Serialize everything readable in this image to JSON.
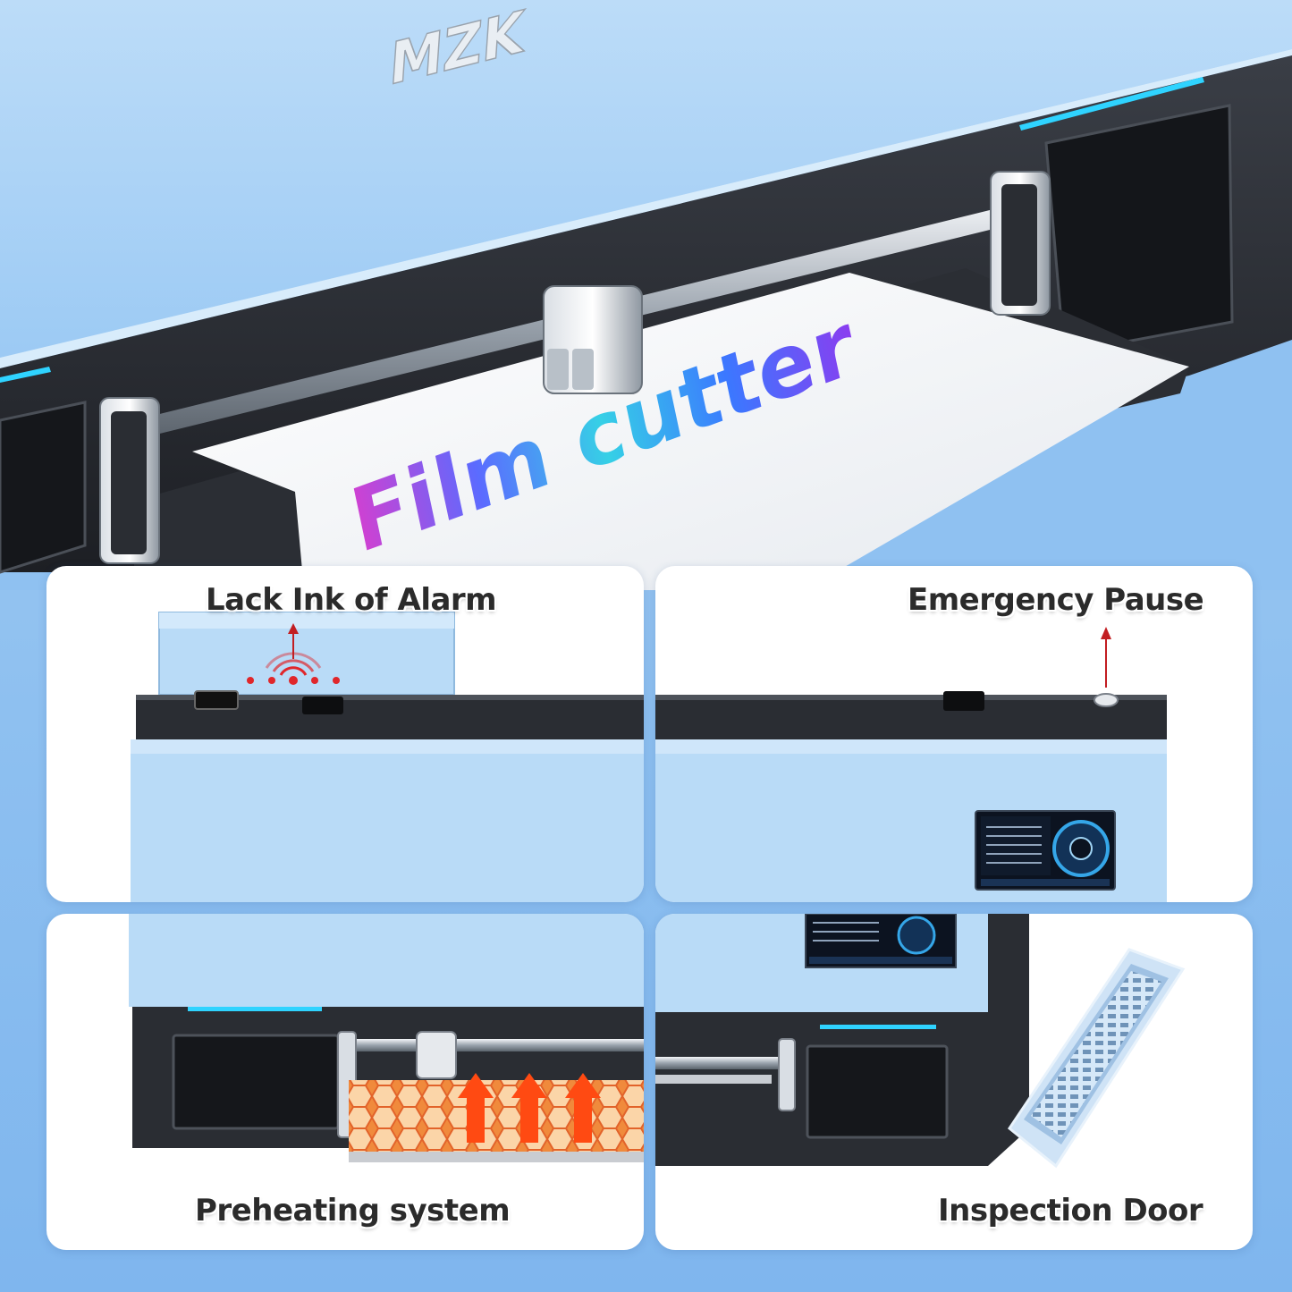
{
  "brand": {
    "logo_text": "MZK"
  },
  "hero": {
    "sheet_text": "Film cutter"
  },
  "features": [
    {
      "label": "Lack Ink of Alarm"
    },
    {
      "label": "Emergency Pause"
    },
    {
      "label": "Preheating system"
    },
    {
      "label": "Inspection Door"
    }
  ],
  "colors": {
    "body_blue": "#b9dbf7",
    "background_blue": "#8ec0f0",
    "led_cyan": "#2fd3ff",
    "alarm_red": "#e0262a",
    "frame_dark": "#2a2d33"
  },
  "icons": [
    "alarm-signal-icon",
    "up-arrow-icon",
    "heat-arrow-icon"
  ]
}
